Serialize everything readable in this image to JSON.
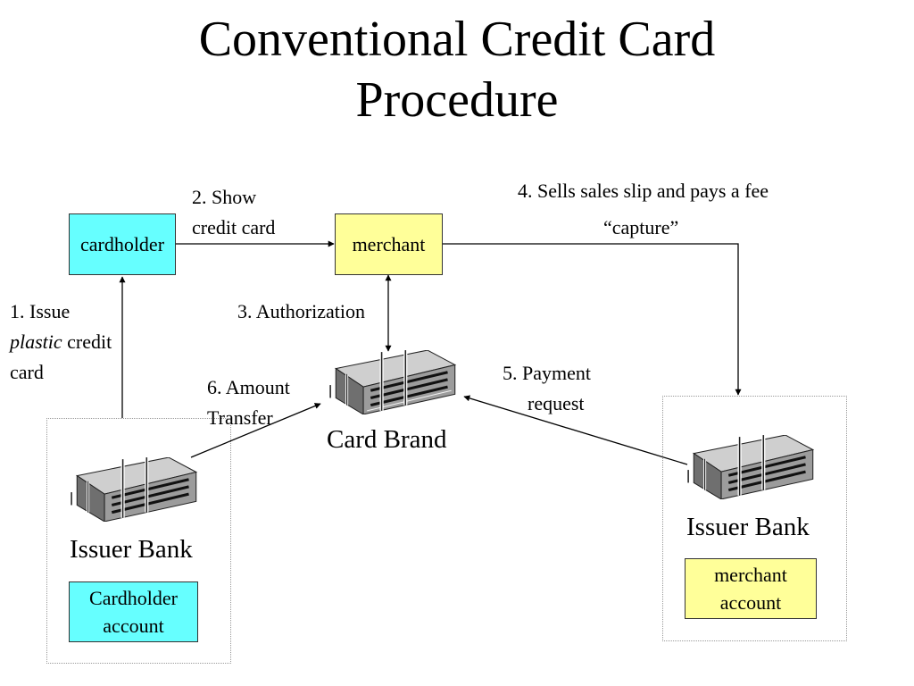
{
  "title": {
    "line1": "Conventional Credit Card",
    "line2": "Procedure"
  },
  "nodes": {
    "cardholder": "cardholder",
    "merchant": "merchant",
    "card_brand": "Card Brand",
    "issuer_bank_left": "Issuer Bank",
    "issuer_bank_right": "Issuer Bank",
    "cardholder_account": {
      "line1": "Cardholder",
      "line2": "account"
    },
    "merchant_account": {
      "line1": "merchant",
      "line2": "account"
    }
  },
  "steps": {
    "issue": {
      "line1": "1. Issue",
      "line2_italic": "plastic",
      "line2_rest": " credit",
      "line3": "card"
    },
    "show": {
      "line1": "2. Show",
      "line2": "credit card"
    },
    "authorization": "3. Authorization",
    "sells": "4. Sells sales slip and pays a fee",
    "capture": "“capture”",
    "payment": {
      "line1": "5. Payment",
      "line2": "request"
    },
    "transfer": {
      "line1": "6. Amount",
      "line2": "Transfer"
    }
  },
  "colors": {
    "cardholder_fill": "#66ffff",
    "merchant_fill": "#ffff99"
  },
  "icons": [
    "bank-building-icon"
  ]
}
